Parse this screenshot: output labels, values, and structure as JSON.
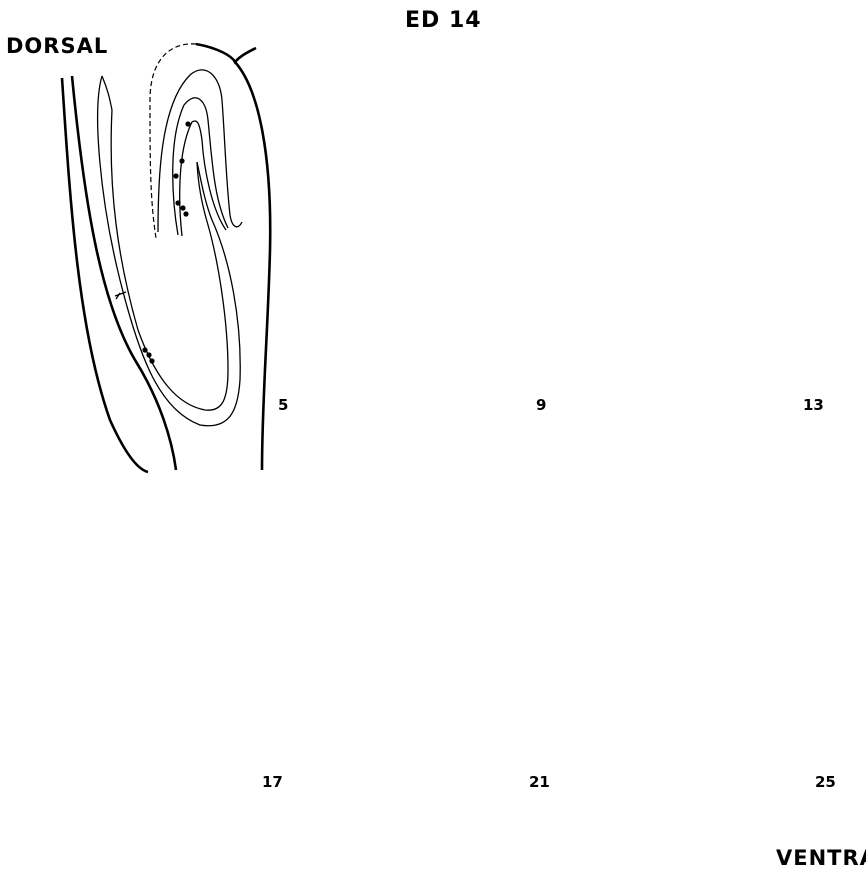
{
  "title": "ED 14",
  "orientation": {
    "top_label": "DORSAL",
    "bottom_label": "VENTRAL"
  },
  "sections": [
    {
      "number": "5"
    },
    {
      "number": "9"
    },
    {
      "number": "13"
    },
    {
      "number": "17"
    },
    {
      "number": "21"
    },
    {
      "number": "25"
    }
  ]
}
